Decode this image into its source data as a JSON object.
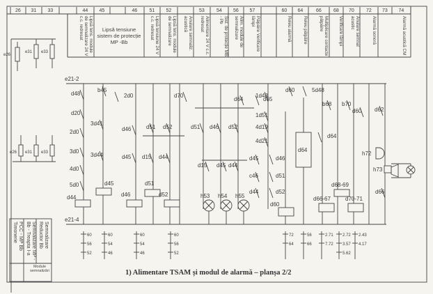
{
  "header": {
    "column_numbers": [
      "26",
      "31",
      "33",
      "",
      "44",
      "45",
      "",
      "46",
      "51",
      "52",
      "",
      "53",
      "54",
      "56",
      "57",
      "",
      "60",
      "64",
      "66",
      "68",
      "70",
      "72",
      "73",
      "74"
    ],
    "descriptions": {
      "c44": "Lipsă tens. module de semnalizare 24 V c.c. redresat",
      "c45": "Lipsă tensiune sistem de protecție MP -Bb",
      "c51": "Lipsă tensiune 24 V c.c. redresat",
      "c52": "Lipsă tens. module de semnalizare",
      "c52b": "Anulare semnaliz. acustică",
      "c53": "Alimentare 24 V c.c. redresat",
      "c54": "Sist. de protecție MB - Pb",
      "c56": "Alim. module de semnalizare",
      "c57": "Pâlpâire Verificare lămpi",
      "c60": "Releu alarmă",
      "c64": "Releu pâlpâire",
      "c66": "Multiplicare contacte pâlpâire",
      "c68": "Verificare lămpi",
      "c70": "Anulare semnal acustic",
      "c72": "Alarmă sonoră",
      "c73": "Alarmă acustică CM"
    }
  },
  "buses": {
    "top": "e21-2",
    "bottom": "e21-4"
  },
  "fuses": [
    "e26",
    "e31",
    "e33"
  ],
  "contact_labels": [
    "d48",
    "d20",
    "2d0",
    "3d0",
    "4d0",
    "5d0",
    "b45",
    "2d0",
    "3d41",
    "3d44",
    "d70",
    "d46",
    "d51",
    "d52",
    "d45",
    "d15",
    "d44",
    "d51",
    "d46",
    "d15",
    "d45",
    "d52",
    "d44",
    "d64",
    "d65",
    "1d48",
    "d60",
    "5d48",
    "1d51",
    "4d19",
    "4d21",
    "d45",
    "d46",
    "c46",
    "d51",
    "d44",
    "d52",
    "b68",
    "b70",
    "d60",
    "d62",
    "d64",
    "d66"
  ],
  "relays": [
    "d44",
    "d45",
    "d46",
    "d51",
    "d52",
    "d60",
    "d64",
    "d66-67",
    "d68-69",
    "d70-71"
  ],
  "lamps": [
    "h53",
    "h54",
    "h55"
  ],
  "alarm_devices": [
    "h72",
    "h73"
  ],
  "contact_groups": [
    [
      "60",
      "56",
      "52"
    ],
    [
      "60",
      "54",
      "46"
    ],
    [
      "60",
      "54",
      "46"
    ],
    [
      "60",
      "56",
      "52"
    ],
    [
      "72",
      "64"
    ],
    [
      "56",
      "66"
    ],
    [
      "2.71",
      "7.72"
    ],
    [
      "2.72",
      "3.57",
      "5.62"
    ],
    [
      "2.43",
      "4.17"
    ]
  ],
  "legend_box": {
    "rows": [
      "Semnalizare Reductor Bb",
      "Semnalizare MP - Bb - Treapta I-a",
      "PCC - MP Bb Timonerie"
    ],
    "footer": "Module semnalizări"
  },
  "caption": "1) Alimentare TSAM și modul de alarmă – planșa 2/2"
}
